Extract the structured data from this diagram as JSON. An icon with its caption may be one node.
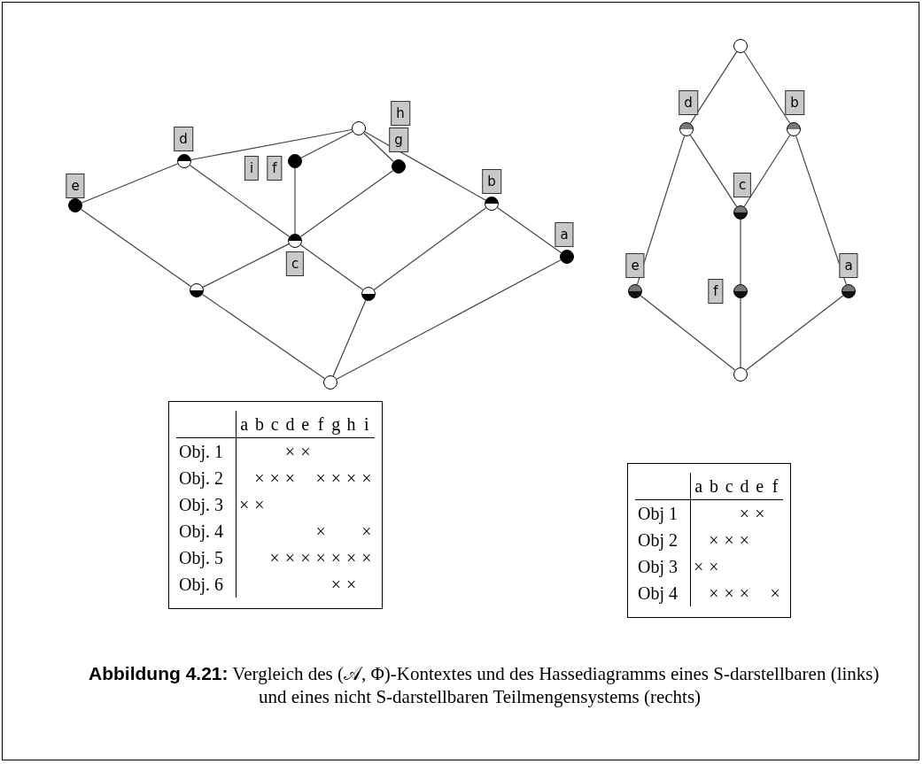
{
  "diagram": {
    "caption": "**Abbildung 4.21:** Vergleich des (𝒜, Φ)-Kontextes und des Hassediagramms eines S-darstellbaren (links) und eines nicht S-darstellbaren Teilmengensystems (rechts)",
    "nodes": [
      {
        "text": [],
        "shape": "circle"
      },
      {
        "text": [
          "i"
        ]
      },
      {
        "text": [
          "h"
        ]
      },
      {
        "text": [
          "d"
        ]
      },
      {
        "text": [
          "f"
        ]
      },
      {
        "text": [
          "g"
        ]
      },
      {
        "text": [],
        "shape": "circle"
      },
      {
        "text": [],
        "shape": "circle"
      },
      {
        "text": [],
        "shape": "circle"
      },
      {
        "text": [
          "e"
        ]
      },
      {
        "text": [
          "b"
        ]
      },
      {
        "text": [],
        "shape": "circle"
      },
      {
        "text": [],
        "shape": "circle"
      },
      {
        "text": [
          "c"
        ]
      },
      {
        "text": [
          "a"
        ]
      },
      {
        "text": [],
        "shape": "circle"
      },
      {
        "text": [],
        "shape": "circle"
      },
      {
        "text": [],
        "shape": "circle"
      },
      {
        "text": [],
        "shape": "circle"
      },
      {
        "text": [],
        "shape": "circle"
      },
      {
        "text": [],
        "shape": "circle"
      },
      {
        "text": [
          "d"
        ]
      },
      {
        "text": [
          "b"
        ]
      },
      {
        "text": [],
        "shape": "circle"
      },
      {
        "text": [],
        "shape": "circle"
      },
      {
        "text": [
          "c"
        ]
      },
      {
        "text": [],
        "shape": "circle"
      },
      {
        "text": [
          "e"
        ]
      },
      {
        "text": [
          "f"
        ]
      },
      {
        "text": [
          "a"
        ]
      },
      {
        "text": [],
        "shape": "circle"
      },
      {
        "text": [],
        "shape": "circle"
      },
      {
        "text": [],
        "shape": "circle"
      },
      {
        "text": [],
        "shape": "circle"
      }
    ],
    "edges": [
      {
        "from": 0,
        "to": 6,
        "arrow": "none"
      },
      {
        "from": 0,
        "to": 7,
        "arrow": "none"
      },
      {
        "from": 0,
        "to": 8,
        "arrow": "none"
      },
      {
        "from": 0,
        "to": 12,
        "arrow": "none"
      },
      {
        "from": 6,
        "to": 11,
        "arrow": "none"
      },
      {
        "from": 6,
        "to": 15,
        "arrow": "none"
      },
      {
        "from": 7,
        "to": 15,
        "arrow": "none"
      },
      {
        "from": 8,
        "to": 15,
        "arrow": "none"
      },
      {
        "from": 11,
        "to": 17,
        "arrow": "none"
      },
      {
        "from": 15,
        "to": 17,
        "arrow": "none"
      },
      {
        "from": 15,
        "to": 18,
        "arrow": "none"
      },
      {
        "from": 12,
        "to": 18,
        "arrow": "none"
      },
      {
        "from": 12,
        "to": 16,
        "arrow": "none"
      },
      {
        "from": 17,
        "to": 19,
        "arrow": "none"
      },
      {
        "from": 18,
        "to": 19,
        "arrow": "none"
      },
      {
        "from": 16,
        "to": 19,
        "arrow": "none"
      },
      {
        "from": 20,
        "to": 23,
        "arrow": "none"
      },
      {
        "from": 20,
        "to": 24,
        "arrow": "none"
      },
      {
        "from": 23,
        "to": 30,
        "arrow": "none"
      },
      {
        "from": 23,
        "to": 26,
        "arrow": "none"
      },
      {
        "from": 24,
        "to": 26,
        "arrow": "none"
      },
      {
        "from": 24,
        "to": 32,
        "arrow": "none"
      },
      {
        "from": 26,
        "to": 31,
        "arrow": "none"
      },
      {
        "from": 30,
        "to": 33,
        "arrow": "none"
      },
      {
        "from": 31,
        "to": 33,
        "arrow": "none"
      },
      {
        "from": 32,
        "to": 33,
        "arrow": "none"
      }
    ],
    "labels": [
      "a",
      "b",
      "c",
      "d",
      "e",
      "f",
      "g",
      "h",
      "i",
      "Obj. 1",
      "×",
      "×",
      "Obj. 2",
      "×",
      "×",
      "×",
      "×",
      "×",
      "×",
      "×",
      "Obj. 3",
      "×",
      "×",
      "Obj. 4",
      "×",
      "×",
      "Obj. 5",
      "×",
      "×",
      "×",
      "×",
      "×",
      "×",
      "×",
      "Obj. 6",
      "×",
      "×",
      "a",
      "b",
      "c",
      "d",
      "e",
      "f",
      "Obj 1",
      "×",
      "×",
      "Obj 2",
      "×",
      "×",
      "×",
      "Obj 3",
      "×",
      "×",
      "Obj 4",
      "×",
      "×",
      "×",
      "×"
    ]
  }
}
